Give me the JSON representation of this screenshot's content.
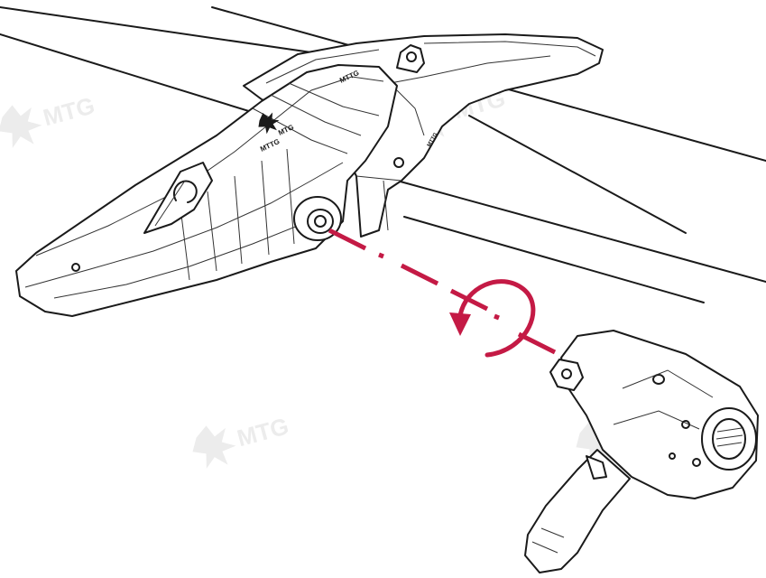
{
  "watermark": {
    "text": "MTG",
    "color": "#e6e6e6"
  },
  "accent_color": "#c41a45",
  "part_markings": {
    "brand": "MTG",
    "adapter_code": "MTTG",
    "tooth_code": "MTTG"
  },
  "icons": [
    "mtg-logo-icon",
    "rotation-arrow-icon",
    "impact-wrench-icon"
  ]
}
